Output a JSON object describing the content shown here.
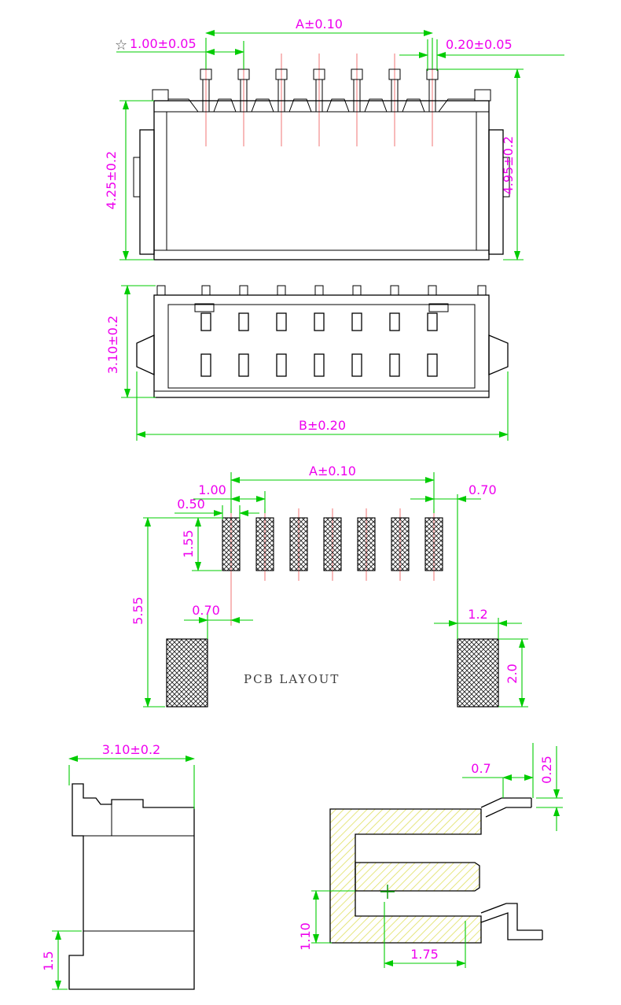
{
  "drawing": {
    "type": "connector-engineering-drawing",
    "title": "PCB LAYOUT",
    "colors": {
      "dimension_green": "#00cc00",
      "text_magenta": "#ee00ee",
      "centerline_red": "#f28080",
      "outline_black": "#000000",
      "section_hatch_yellow": "#e0e060"
    },
    "labels": {
      "front": {
        "dim_a": "A±0.10",
        "pitch_star": "☆",
        "dim_pitch": "1.00±0.05",
        "dim_pin_width": "0.20±0.05",
        "dim_height_body": "4.25±0.2",
        "dim_height_total": "4.95±0.2"
      },
      "plan": {
        "dim_depth": "3.10±0.2",
        "dim_b": "B±0.20"
      },
      "pcb": {
        "dim_a": "A±0.10",
        "dim_pitch": "1.00",
        "dim_pad_width": "0.50",
        "dim_right_offset": "0.70",
        "dim_pad_height": "1.55",
        "dim_span": "5.55",
        "dim_left_offset": "0.70",
        "dim_anchor_width": "1.2",
        "dim_anchor_height": "2.0",
        "title": "PCB LAYOUT"
      },
      "side": {
        "dim_depth": "3.10±0.2",
        "dim_standoff": "1.5"
      },
      "section": {
        "dim_lead_offset": "0.7",
        "dim_lead_thickness": "0.25",
        "dim_cavity_width": "1.75",
        "dim_cavity_height": "1.10"
      }
    }
  }
}
